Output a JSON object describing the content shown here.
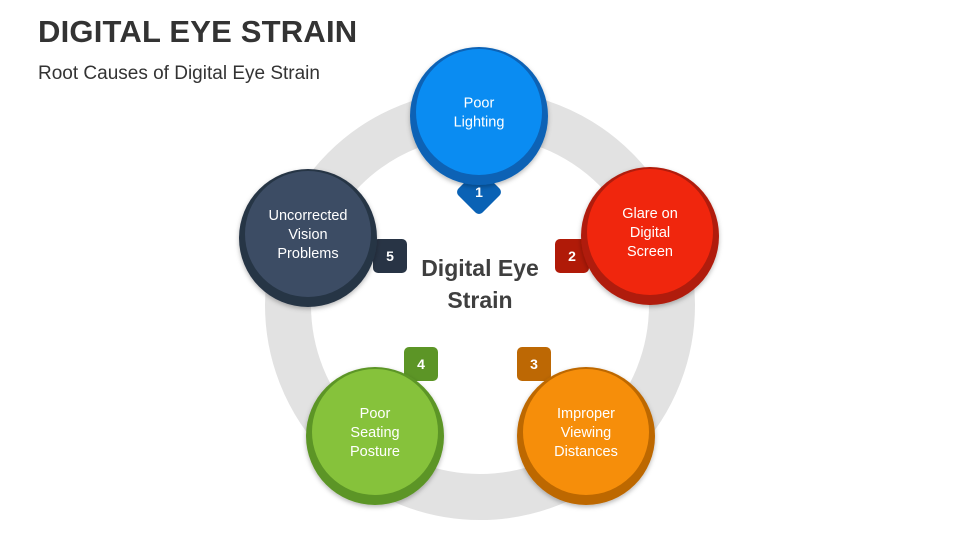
{
  "header": {
    "title": "DIGITAL EYE STRAIN",
    "subtitle": "Root Causes of Digital Eye Strain"
  },
  "center": {
    "lines": [
      "Digital Eye",
      "Strain"
    ]
  },
  "colors": {
    "ring": "#e2e2e2",
    "text_dark": "#333333"
  },
  "nodes": [
    {
      "number": "1",
      "lines": [
        "Poor",
        "Lighting"
      ],
      "color": "#0a8cf2",
      "dark": "#0a62b5"
    },
    {
      "number": "2",
      "lines": [
        "Glare on",
        "Digital",
        "Screen"
      ],
      "color": "#f0260d",
      "dark": "#b01a08"
    },
    {
      "number": "3",
      "lines": [
        "Improper",
        "Viewing",
        "Distances"
      ],
      "color": "#f68e0a",
      "dark": "#bd6804"
    },
    {
      "number": "4",
      "lines": [
        "Poor",
        "Seating",
        "Posture"
      ],
      "color": "#86c23b",
      "dark": "#5c9526"
    },
    {
      "number": "5",
      "lines": [
        "Uncorrected",
        "Vision",
        "Problems"
      ],
      "color": "#3c4c64",
      "dark": "#283445"
    }
  ]
}
